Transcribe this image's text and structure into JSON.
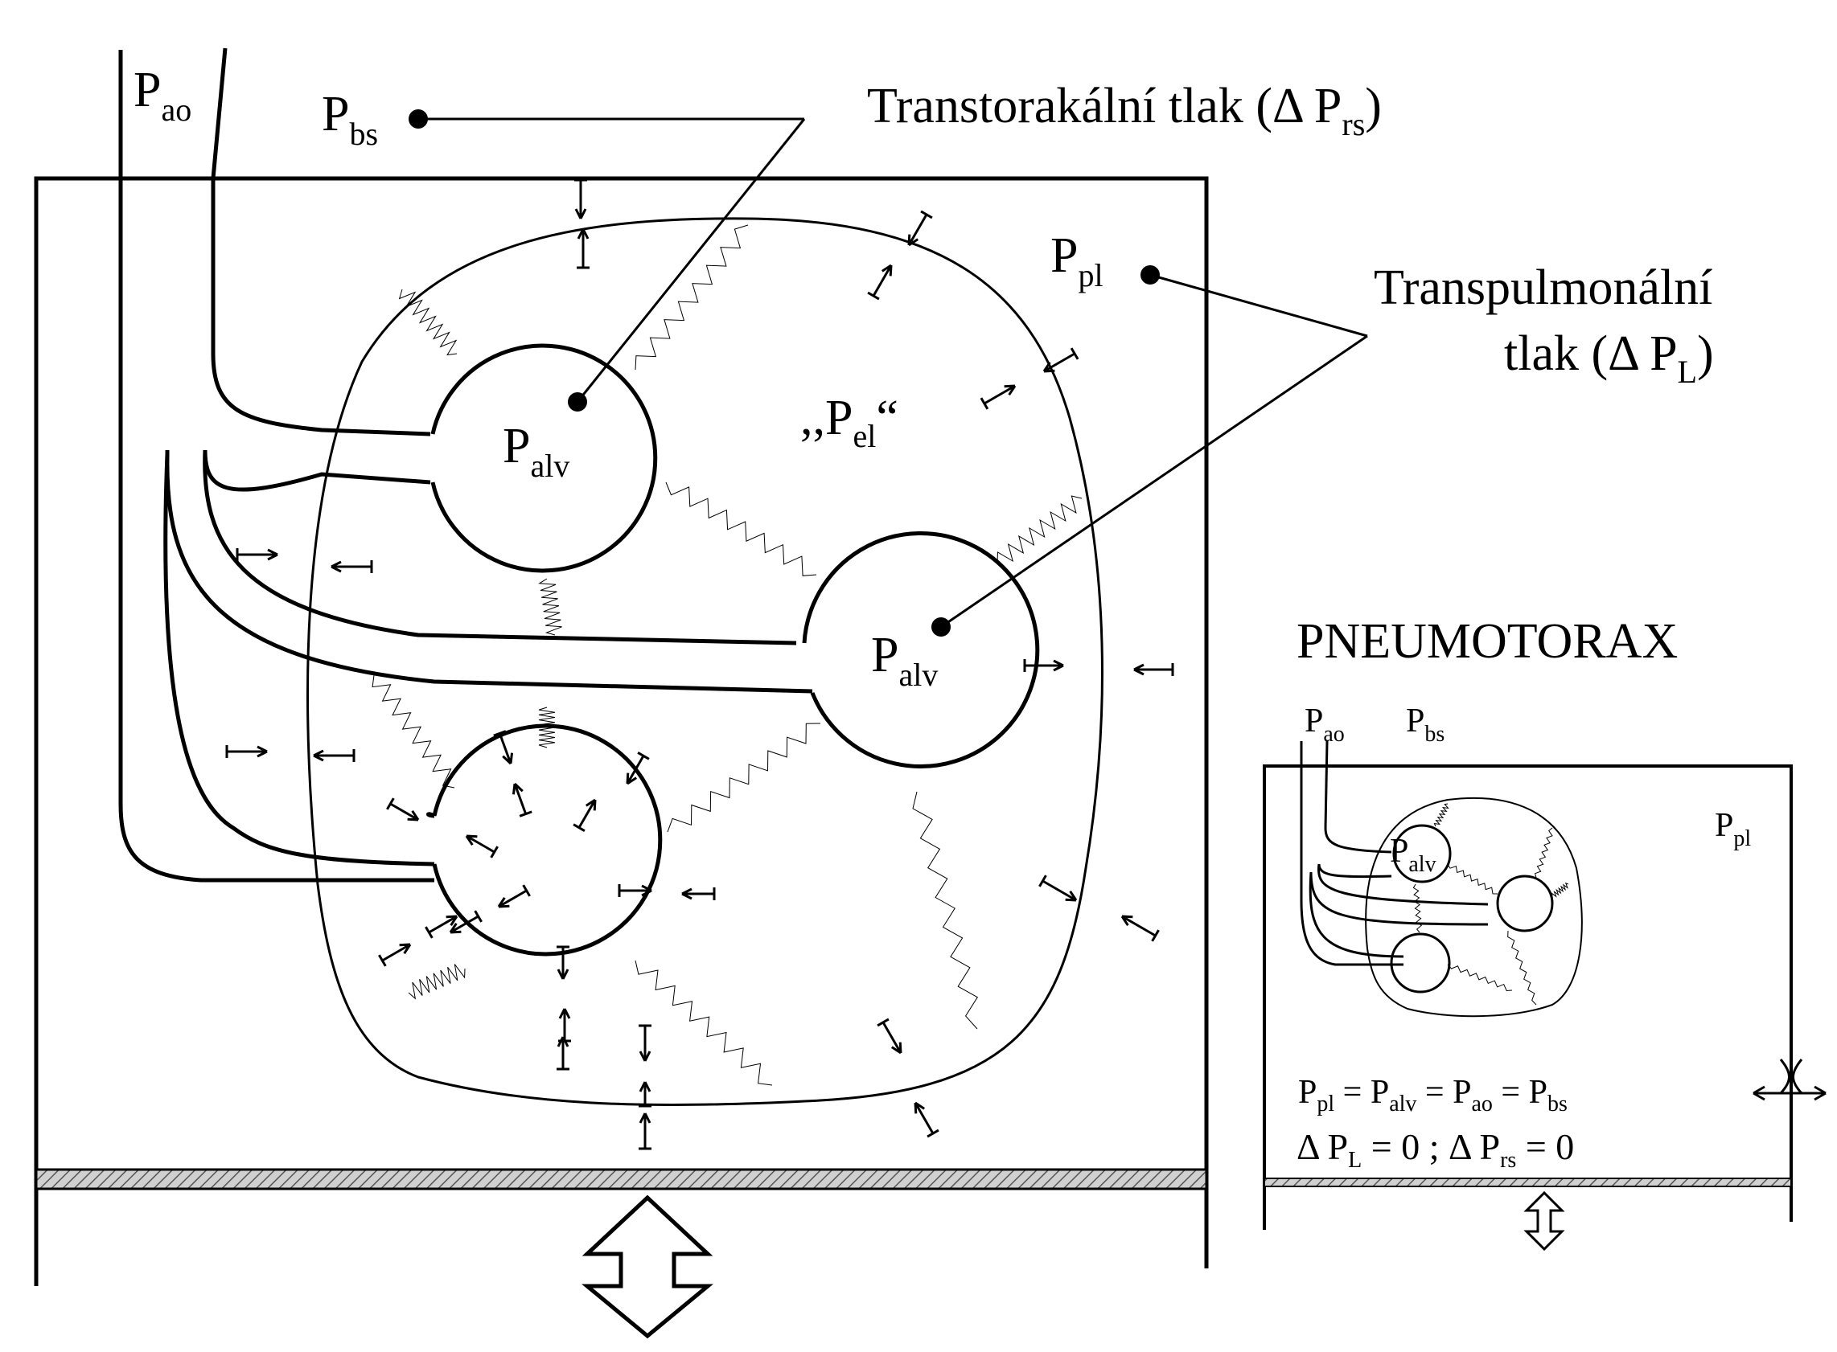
{
  "main": {
    "p_ao": {
      "base": "P",
      "sub": "ao"
    },
    "p_bs": {
      "base": "P",
      "sub": "bs"
    },
    "p_pl": {
      "base": "P",
      "sub": "pl"
    },
    "p_el": {
      "pre": ",,P",
      "sub": "el",
      "post": "“"
    },
    "p_alv": {
      "base": "P",
      "sub": "alv"
    },
    "transthoracic": {
      "text": "Transtorakální tlak (Δ P",
      "sub": "rs",
      "post": ")"
    },
    "transpulmonary_line1": "Transpulmonální",
    "transpulmonary_line2": {
      "text": "tlak (Δ P",
      "sub": "L",
      "post": ")"
    }
  },
  "inset": {
    "title": "PNEUMOTORAX",
    "p_ao": {
      "base": "P",
      "sub": "ao"
    },
    "p_bs": {
      "base": "P",
      "sub": "bs"
    },
    "p_pl": {
      "base": "P",
      "sub": "pl"
    },
    "p_alv": {
      "base": "P",
      "sub": "alv"
    },
    "eq1": {
      "a": "P",
      "a_sub": "pl",
      "b": " = P",
      "b_sub": "alv",
      "c": " = P",
      "c_sub": "ao",
      "d": " = P",
      "d_sub": "bs"
    },
    "eq2": {
      "a": "Δ P",
      "a_sub": "L",
      "b": " = 0 ; Δ P",
      "b_sub": "rs",
      "c": " = 0"
    }
  },
  "colors": {
    "ink": "#000000",
    "diaphragm_hatch": "#9a9a9a",
    "background": "#ffffff"
  }
}
